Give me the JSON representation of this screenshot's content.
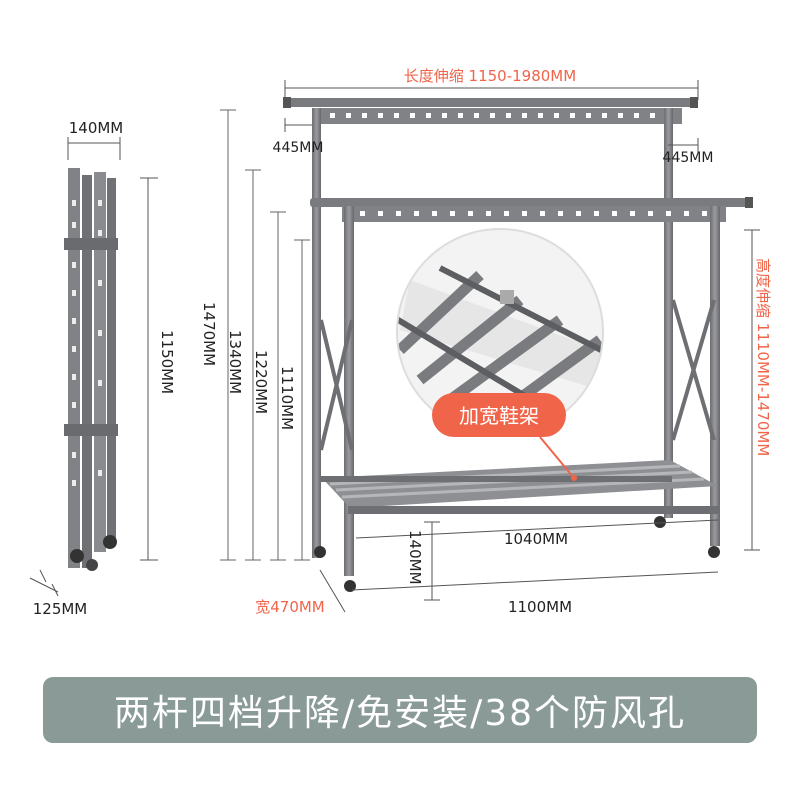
{
  "colors": {
    "frame": "#7e7f83",
    "frame_dark": "#5f6064",
    "dim_line": "#555555",
    "accent": "#f0654a",
    "banner_bg": "#8a9b97",
    "text_dark": "#222222"
  },
  "folded": {
    "width_top": "140MM",
    "depth_bottom": "125MM",
    "height": "1150MM"
  },
  "heights": {
    "h1": "1470MM",
    "h2": "1340MM",
    "h3": "1220MM",
    "h4": "1110MM"
  },
  "rack": {
    "length_range": "长度伸缩 1150-1980MM",
    "left_extension": "445MM",
    "right_extension": "445MM",
    "height_range": "高度伸缩 1110MM-1470MM",
    "shelf_width": "1040MM",
    "shelf_height": "140MM",
    "depth": "宽470MM",
    "base_length": "1100MM"
  },
  "callout": {
    "label": "加宽鞋架"
  },
  "banner": {
    "text": "两杆四档升降/免安装/38个防风孔"
  }
}
